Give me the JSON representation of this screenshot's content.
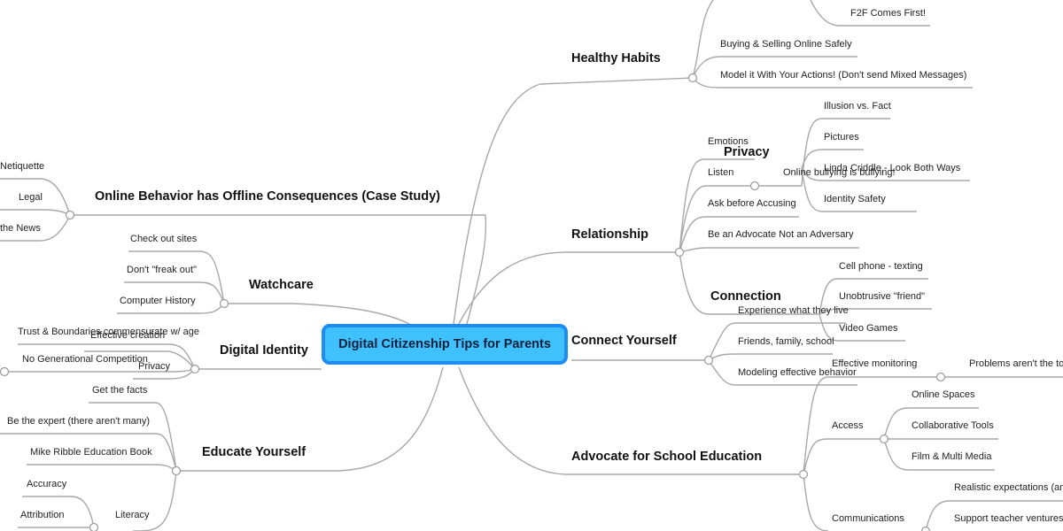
{
  "mindmap": {
    "root": "Digital Citizenship Tips for Parents",
    "colors": {
      "root_fill": "#3fc1fd",
      "root_border": "#1f8cf0",
      "line": "#a8a8a8"
    },
    "branches": {
      "healthy_habits": {
        "title": "Healthy Habits",
        "items": [
          "F2F Comes First!",
          "Buying & Selling Online Safely",
          "Model it With Your Actions! (Don't send Mixed Messages)"
        ]
      },
      "relationship": {
        "title": "Relationship",
        "items": [
          "Emotions",
          "Listen",
          "Online bullying is bullying!",
          "Ask before Accusing",
          "Be an Advocate Not an Adversary"
        ]
      },
      "privacy": {
        "title": "Privacy",
        "items": [
          "Illusion vs. Fact",
          "Pictures",
          "Linda Criddle - Look Both Ways",
          "Identity Safety"
        ]
      },
      "connection": {
        "title": "Connection",
        "items": [
          "Cell phone - texting",
          "Unobtrusive \"friend\"",
          "Video Games"
        ]
      },
      "connect_yourself": {
        "title": "Connect Yourself",
        "items": [
          "Experience what they live",
          "Friends, family, school",
          "Modeling effective behavior"
        ]
      },
      "advocate": {
        "title": "Advocate for School Education",
        "effective_monitoring": "Effective monitoring",
        "problems": "Problems aren't the to",
        "access": "Access",
        "access_items": [
          "Online Spaces",
          "Collaborative Tools",
          "Film & Multi Media"
        ],
        "communications": "Communications",
        "communications_items": [
          "Realistic expectations (an",
          "Support teacher ventures"
        ]
      },
      "online_behavior": {
        "title": "Online Behavior has Offline Consequences (Case Study)",
        "items": [
          "Netiquette",
          "Legal",
          "the News"
        ]
      },
      "watchcare": {
        "title": "Watchcare",
        "items": [
          "Check out sites",
          "Don't \"freak out\"",
          "Computer History"
        ]
      },
      "digital_identity": {
        "title": "Digital Identity",
        "items": [
          "Trust & Boundaries commensurate w/ age",
          "Effective creation",
          "No Generational Competition",
          "Privacy"
        ]
      },
      "educate_yourself": {
        "title": "Educate Yourself",
        "items": [
          "Get the facts",
          "Be the expert (there aren't many)",
          "Mike Ribble Education Book"
        ],
        "literacy": "Literacy",
        "literacy_items": [
          "Accuracy",
          "Attribution"
        ]
      }
    }
  }
}
